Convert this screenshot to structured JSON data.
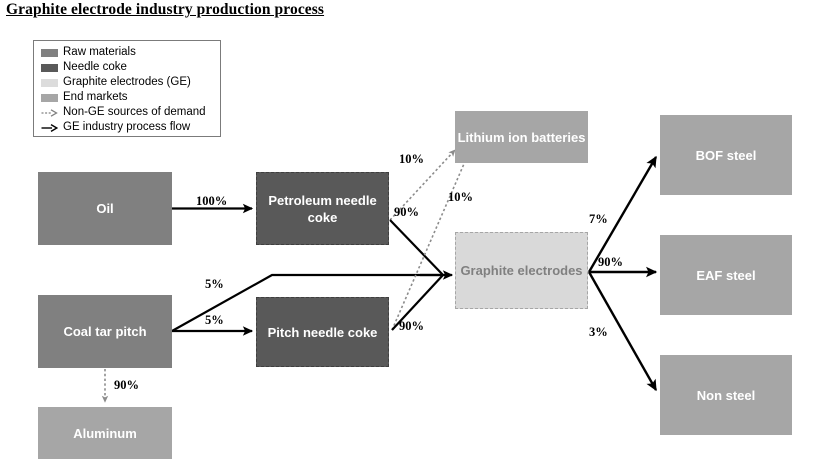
{
  "title": "Graphite electrode industry production process",
  "colors": {
    "raw_materials": "#808080",
    "needle_coke": "#595959",
    "graphite_electrodes": "#d9d9d9",
    "end_markets": "#a6a6a6",
    "flow_line": "#000000",
    "non_ge_line": "#808080"
  },
  "legend": {
    "items": [
      {
        "label": "Raw materials",
        "type": "swatch",
        "color": "#808080"
      },
      {
        "label": "Needle coke",
        "type": "swatch",
        "color": "#595959"
      },
      {
        "label": "Graphite electrodes (GE)",
        "type": "swatch",
        "color": "#d9d9d9"
      },
      {
        "label": "End markets",
        "type": "swatch",
        "color": "#a6a6a6"
      },
      {
        "label": "Non-GE sources of demand",
        "type": "arrow",
        "style": "dotted",
        "color": "#808080"
      },
      {
        "label": "GE industry process flow",
        "type": "arrow",
        "style": "solid",
        "color": "#000000"
      }
    ]
  },
  "nodes": {
    "oil": {
      "label": "Oil",
      "category": "raw_materials"
    },
    "coaltar": {
      "label": "Coal tar pitch",
      "category": "raw_materials"
    },
    "aluminum": {
      "label": "Aluminum",
      "category": "end_markets"
    },
    "petcoke": {
      "label": "Petroleum needle coke",
      "category": "needle_coke"
    },
    "pitchcoke": {
      "label": "Pitch needle coke",
      "category": "needle_coke"
    },
    "lithium": {
      "label": "Lithium ion batteries",
      "category": "end_markets"
    },
    "graphite": {
      "label": "Graphite electrodes",
      "category": "graphite_electrodes"
    },
    "bof": {
      "label": "BOF steel",
      "category": "end_markets"
    },
    "eaf": {
      "label": "EAF steel",
      "category": "end_markets"
    },
    "nonsteel": {
      "label": "Non steel",
      "category": "end_markets"
    }
  },
  "edges": [
    {
      "id": "oil-petcoke",
      "from": "oil",
      "to": "petcoke",
      "label": "100%",
      "style": "solid"
    },
    {
      "id": "coaltar-graphite",
      "from": "coaltar",
      "to": "graphite",
      "label": "5%",
      "style": "solid"
    },
    {
      "id": "coaltar-pitchcoke",
      "from": "coaltar",
      "to": "pitchcoke",
      "label": "5%",
      "style": "solid"
    },
    {
      "id": "coaltar-aluminum",
      "from": "coaltar",
      "to": "aluminum",
      "label": "90%",
      "style": "dotted"
    },
    {
      "id": "petcoke-lithium",
      "from": "petcoke",
      "to": "lithium",
      "label": "10%",
      "style": "dotted"
    },
    {
      "id": "petcoke-graphite",
      "from": "petcoke",
      "to": "graphite",
      "label": "90%",
      "style": "solid"
    },
    {
      "id": "pitchcoke-lithium",
      "from": "pitchcoke",
      "to": "lithium",
      "label": "10%",
      "style": "dotted"
    },
    {
      "id": "pitchcoke-graphite",
      "from": "pitchcoke",
      "to": "graphite",
      "label": "90%",
      "style": "solid"
    },
    {
      "id": "graphite-bof",
      "from": "graphite",
      "to": "bof",
      "label": "7%",
      "style": "solid"
    },
    {
      "id": "graphite-eaf",
      "from": "graphite",
      "to": "eaf",
      "label": "90%",
      "style": "solid"
    },
    {
      "id": "graphite-nonsteel",
      "from": "graphite",
      "to": "nonsteel",
      "label": "3%",
      "style": "solid"
    }
  ],
  "edge_labels": {
    "oil_petcoke": "100%",
    "coaltar_graphite": "5%",
    "coaltar_pitchcoke": "5%",
    "coaltar_aluminum": "90%",
    "petcoke_lithium": "10%",
    "petcoke_graphite": "90%",
    "pitchcoke_lithium": "10%",
    "pitchcoke_graphite": "90%",
    "graphite_bof": "7%",
    "graphite_eaf": "90%",
    "graphite_nonsteel": "3%"
  }
}
